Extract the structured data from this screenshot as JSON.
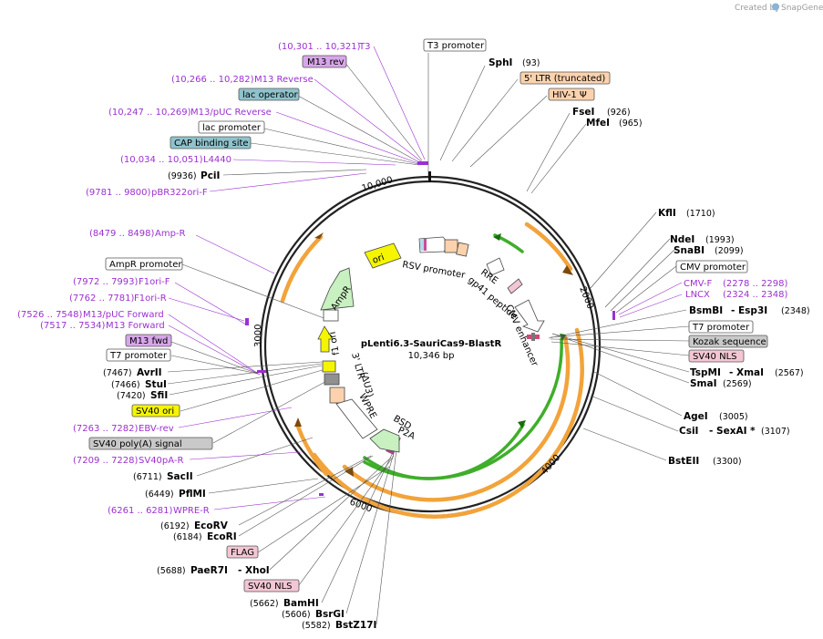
{
  "credit": {
    "text": "Created by",
    "brand": "SnapGene",
    "icon": "snapgene-logo-icon"
  },
  "plasmid": {
    "name": "pLenti6.3-SauriCas9-BlastR",
    "size": "10,346 bp"
  },
  "ticks": [
    "10,000",
    "2000",
    "3000",
    "4000",
    "6000"
  ],
  "colors": {
    "primer": "#9b30d0",
    "ampr": "#f2a33a",
    "green": "#3fae2a",
    "ori": "#f5f500",
    "feature_purple": "#d7a6ea",
    "feature_blue": "#8fc3cc",
    "feature_peach": "#fbd2ad",
    "feature_grey": "#c9c9c9",
    "feature_pink": "#f2c6d3"
  },
  "top_labels": {
    "t3": {
      "pos": "(10,301 .. 10,321)",
      "name": "T3"
    },
    "m13rev": "M13 rev",
    "m13reverse": {
      "pos": "(10,266 .. 10,282)",
      "name": "M13 Reverse"
    },
    "lacop": "lac operator",
    "m13puc": {
      "pos": "(10,247 .. 10,269)",
      "name": "M13/pUC Reverse"
    },
    "lacprom": "lac promoter",
    "cap": "CAP binding site",
    "l4440": {
      "pos": "(10,034 .. 10,051)",
      "name": "L4440"
    },
    "pcii": {
      "pos": "(9936)",
      "name": "PciI"
    },
    "pbr": {
      "pos": "(9781 .. 9800)",
      "name": "pBR322ori-F"
    },
    "t3prom": "T3 promoter",
    "sphi": {
      "name": "SphI",
      "pos": "(93)"
    },
    "ltr5": "5' LTR (truncated)",
    "hiv": "HIV-1 Ψ",
    "fsei": {
      "name": "FseI",
      "pos": "(926)"
    },
    "mfei": {
      "name": "MfeI",
      "pos": "(965)"
    }
  },
  "left_labels": {
    "ampr_primer": {
      "pos": "(8479 .. 8498)",
      "name": "Amp-R"
    },
    "ampr_prom": "AmpR promoter",
    "f1orif": {
      "pos": "(7972 .. 7993)",
      "name": "F1ori-F"
    },
    "f1orir": {
      "pos": "(7762 .. 7781)",
      "name": "F1ori-R"
    },
    "m13pucf": {
      "pos": "(7526 .. 7548)",
      "name": "M13/pUC Forward"
    },
    "m13f": {
      "pos": "(7517 .. 7534)",
      "name": "M13 Forward"
    },
    "m13fwd": "M13 fwd",
    "t7prom": "T7 promoter",
    "avrii": {
      "pos": "(7467)",
      "name": "AvrII"
    },
    "stui": {
      "pos": "(7466)",
      "name": "StuI"
    },
    "sfii": {
      "pos": "(7420)",
      "name": "SfiI"
    },
    "sv40ori": "SV40 ori",
    "ebv": {
      "pos": "(7263 .. 7282)",
      "name": "EBV-rev"
    },
    "sv40polya": "SV40 poly(A) signal",
    "sv40pa": {
      "pos": "(7209 .. 7228)",
      "name": "SV40pA-R"
    },
    "sacii": {
      "pos": "(6711)",
      "name": "SacII"
    },
    "pflmi": {
      "pos": "(6449)",
      "name": "PflMI"
    },
    "wpre": {
      "pos": "(6261 .. 6281)",
      "name": "WPRE-R"
    },
    "ecorv": {
      "pos": "(6192)",
      "name": "EcoRV"
    },
    "ecori": {
      "pos": "(6184)",
      "name": "EcoRI"
    },
    "flag": "FLAG",
    "paer7i": {
      "pos": "(5688)",
      "name": "PaeR7I",
      "name2": "- XhoI"
    },
    "sv40nls": "SV40 NLS",
    "bamhi": {
      "pos": "(5662)",
      "name": "BamHI"
    },
    "bsrgi": {
      "pos": "(5606)",
      "name": "BsrGI"
    },
    "bstz17i": {
      "pos": "(5582)",
      "name": "BstZ17I"
    }
  },
  "right_labels": {
    "kfli": {
      "name": "KflI",
      "pos": "(1710)"
    },
    "ndei": {
      "name": "NdeI",
      "pos": "(1993)"
    },
    "snabi": {
      "name": "SnaBI",
      "pos": "(2099)"
    },
    "cmvprom": "CMV promoter",
    "cmvf": {
      "name": "CMV-F",
      "pos": "(2278 .. 2298)"
    },
    "lncx": {
      "name": "LNCX",
      "pos": "(2324 .. 2348)"
    },
    "bsmbi": {
      "name": "BsmBI",
      "name2": "- Esp3I",
      "pos": "(2348)"
    },
    "t7prom": "T7 promoter",
    "kozak": "Kozak sequence",
    "sv40nls": "SV40 NLS",
    "tspmi": {
      "name": "TspMI",
      "name2": "- XmaI",
      "pos": "(2567)"
    },
    "smai": {
      "name": "SmaI",
      "pos": "(2569)"
    },
    "agei": {
      "name": "AgeI",
      "pos": "(3005)"
    },
    "csii": {
      "name": "CsiI",
      "name2": "- SexAI *",
      "pos": "(3107)"
    },
    "bsteii": {
      "name": "BstEII",
      "pos": "(3300)"
    }
  },
  "inner_labels": {
    "rsv": "RSV promoter",
    "rre": "RRE",
    "gp41": "gp41 peptide",
    "cmvenh": "CMV enhancer",
    "ori": "ori",
    "ampr": "AmpR",
    "f1ori": "f1 ori",
    "ltr3": "3' LTR",
    "du3": "(ΔU3)",
    "wpre": "WPRE",
    "bsd": "BSD",
    "p2a": "P2A"
  }
}
